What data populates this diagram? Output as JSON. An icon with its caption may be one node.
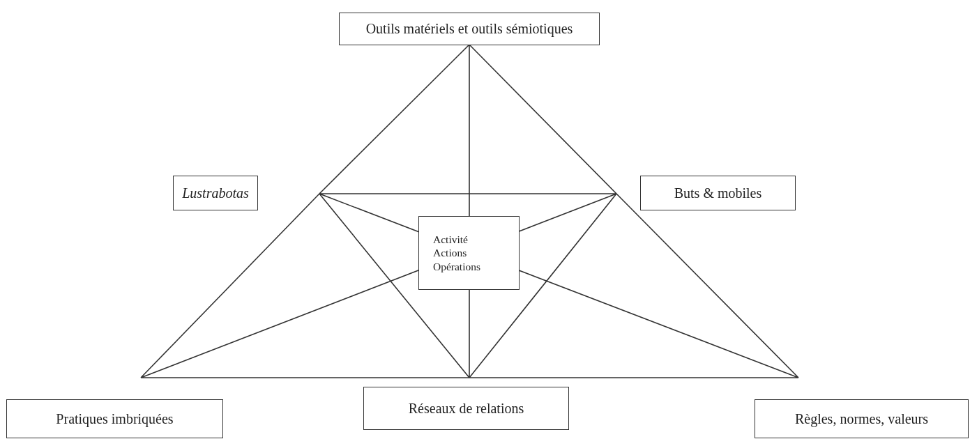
{
  "diagram": {
    "nodes": [
      {
        "text": [
          "Outils matériels et outils sémiotiques"
        ]
      },
      {
        "text": [
          "Lustrabotas"
        ]
      },
      {
        "text": [
          "Buts & mobiles"
        ]
      },
      {
        "text": [
          "Activité",
          "Actions",
          "Opérations"
        ]
      },
      {
        "text": [
          "Réseaux de relations"
        ]
      },
      {
        "text": [
          "Pratiques imbriquées"
        ]
      },
      {
        "text": [
          "Règles, normes, valeurs"
        ]
      }
    ]
  }
}
